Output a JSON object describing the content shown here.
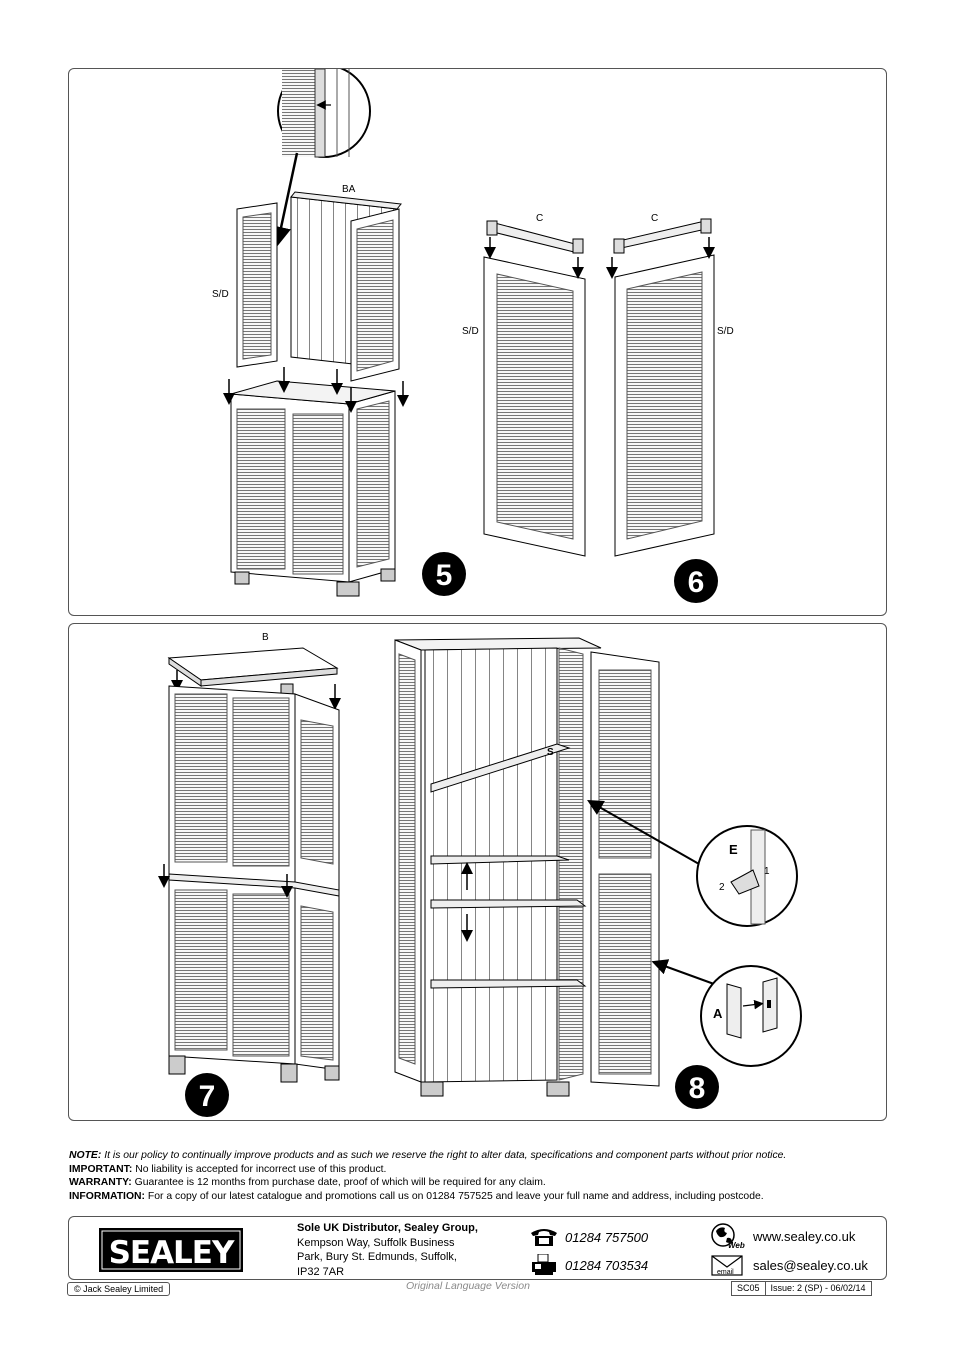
{
  "step5": {
    "number": "5",
    "labels": {
      "back": "BA",
      "side_door": "S/D"
    }
  },
  "step6": {
    "number": "6",
    "labels": {
      "connector_left": "C",
      "connector_right": "C",
      "side_door_left": "S/D",
      "side_door_right": "S/D"
    }
  },
  "step7": {
    "number": "7",
    "labels": {
      "top": "B"
    }
  },
  "step8": {
    "number": "8",
    "labels": {
      "shelf": "S",
      "detail_e": "E",
      "detail_e_1": "1",
      "detail_e_2": "2",
      "detail_a": "A"
    }
  },
  "notes": {
    "note_label": "NOTE:",
    "note_text": "It is our policy to continually improve products and as such we reserve the right to alter data, specifications and component parts without prior notice.",
    "important_label": "IMPORTANT:",
    "important_text": "No liability is accepted for incorrect use of this product.",
    "warranty_label": "WARRANTY:",
    "warranty_text": "Guarantee is 12 months from purchase date, proof of which will be required for any claim.",
    "information_label": "INFORMATION:",
    "information_text": "For a copy of our latest catalogue and promotions call us on 01284 757525 and leave your full name and address, including postcode."
  },
  "footer": {
    "logo_text": "SEALEY",
    "distributor_name": "Sole UK Distributor, Sealey Group,",
    "address_line1": "Kempson Way, Suffolk Business",
    "address_line2": "Park, Bury St. Edmunds, Suffolk,",
    "address_line3": "IP32 7AR",
    "phone": "01284 757500",
    "fax": "01284 703534",
    "web_badge": "Web",
    "website": "www.sealey.co.uk",
    "email_badge": "email",
    "email": "sales@sealey.co.uk",
    "copyright": "© Jack Sealey Limited",
    "language_note": "Original Language Version",
    "model": "SC05",
    "issue": "Issue: 2 (SP) - 06/02/14"
  }
}
